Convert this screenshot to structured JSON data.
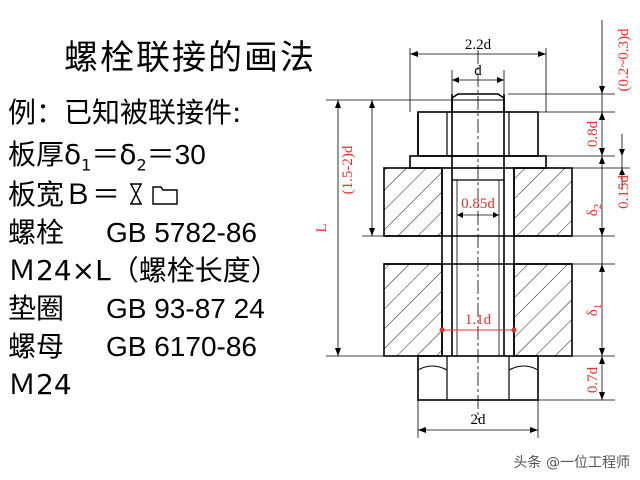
{
  "title": "螺栓联接的画法",
  "text_lines": [
    {
      "label": "例：已知被联接件:",
      "value": ""
    },
    {
      "label": "板厚δ",
      "sub1": "1",
      "mid": "＝δ",
      "sub2": "2",
      "tail": "＝30"
    },
    {
      "label": "板宽Ｂ＝",
      "value": ""
    },
    {
      "label": "螺栓",
      "value": "GB  5782-86"
    },
    {
      "label": "Ｍ24×L（螺栓长度）",
      "value": ""
    },
    {
      "label": "垫圈",
      "value": "GB  93-87  24"
    },
    {
      "label": "螺母",
      "value": "GB  6170-86"
    },
    {
      "label": "Ｍ24",
      "value": ""
    }
  ],
  "drawing": {
    "dims": {
      "top_width": "2.2d",
      "d": "d",
      "chamfer": "(0.2~0.3)d",
      "nut_height": "0.8d",
      "washer": "0.15d",
      "delta2": "δ",
      "delta2_sub": "2",
      "delta1": "δ",
      "delta1_sub": "1",
      "bottom_h": "0.7d",
      "bottom_width": "2d",
      "length_range": "(1.5-2)d",
      "length": "L",
      "hole_inner": "0.85d",
      "hole_width": "1.1d"
    },
    "colors": {
      "red": "#e8302a",
      "black": "#000000"
    }
  },
  "watermark": "头条 @一位工程师"
}
